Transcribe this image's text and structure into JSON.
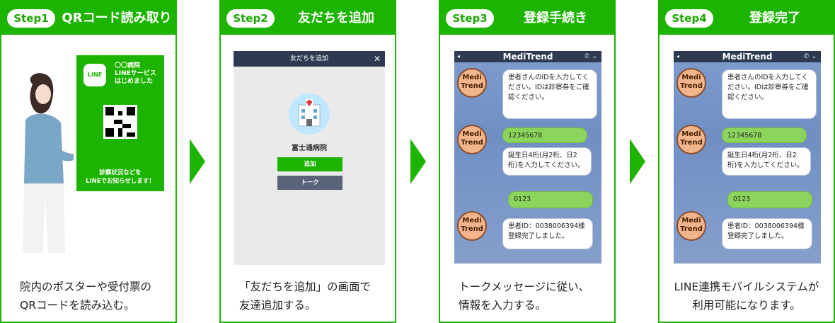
{
  "steps": [
    {
      "pill": "Step1",
      "title": "QRコード読み取り",
      "poster": {
        "logo": "LINE",
        "line1": "〇〇病院",
        "line2": "LINEサービス",
        "line3": "はじめました",
        "footer1": "診察状況などを",
        "footer2": "LINEでお知らせします！"
      },
      "desc1": "院内のポスターや受付票の",
      "desc2": "QRコードを読み込む。"
    },
    {
      "pill": "Step2",
      "title": "友だちを追加",
      "screen": {
        "topbar": "友だちを追加",
        "close": "✕",
        "hospital_name": "富士通病院",
        "add_button": "追加",
        "talk_button": "トーク"
      },
      "desc1": "「友だちを追加」の画面で",
      "desc2": "友達追加する。"
    },
    {
      "pill": "Step3",
      "title": "登録手続き",
      "desc1": "トークメッセージに従い、",
      "desc2": "情報を入力する。"
    },
    {
      "pill": "Step4",
      "title": "登録完了",
      "desc1": "LINE連携モバイルシステムが",
      "desc2": "利用可能になります。"
    }
  ],
  "chat": {
    "app_title": "MediTrend",
    "avatar_line1": "Medi",
    "avatar_line2": "Trend",
    "msg1": "患者さんのIDを入力してください。IDは診察券をご確認ください。",
    "reply1": "12345678",
    "msg2": "誕生日4桁(月2桁、日2桁)を入力してください。",
    "reply2": "0123",
    "msg3a": "患者ID：0038006394様",
    "msg3b": "登録完了しました。"
  },
  "colors": {
    "brand_green": "#1db400",
    "header_dark": "#2d3a52",
    "avatar_orange": "#f2b58b"
  },
  "icons": [
    "qr-code-icon",
    "line-logo-icon",
    "hospital-icon",
    "phone-icon",
    "chevron-down-icon",
    "arrow-right-icon"
  ]
}
